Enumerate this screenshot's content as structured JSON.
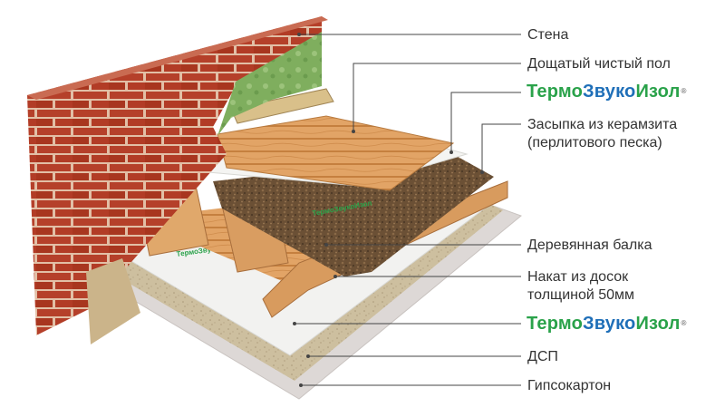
{
  "labels": {
    "wall": "Стена",
    "floor_board": "Дощатый чистый пол",
    "brand_part1": "Термо",
    "brand_part2": "Звуко",
    "brand_part3": "Изол",
    "brand_reg": "®",
    "backfill_line1": "Засыпка из керамзита",
    "backfill_line2": "(перлитового песка)",
    "beam": "Деревянная балка",
    "subfloor_line1": "Накат из досок",
    "subfloor_line2": "толщиной 50мм",
    "chipboard": "ДСП",
    "drywall": "Гипсокартон"
  },
  "membrane_print": "ТермоЗвукоИзол",
  "colors": {
    "brick": "#b8402a",
    "mortar": "#e0b8a0",
    "wallpaper": "#7fae5e",
    "wood": "#e0a36a",
    "membrane": "#f2f2f0",
    "clay_fill": "#6a4f36",
    "chipboard": "#c8b99a",
    "drywall": "#ddd8d6",
    "brand_green": "#2aa24a",
    "brand_blue": "#1f6fb8",
    "leader_line": "#444444"
  }
}
